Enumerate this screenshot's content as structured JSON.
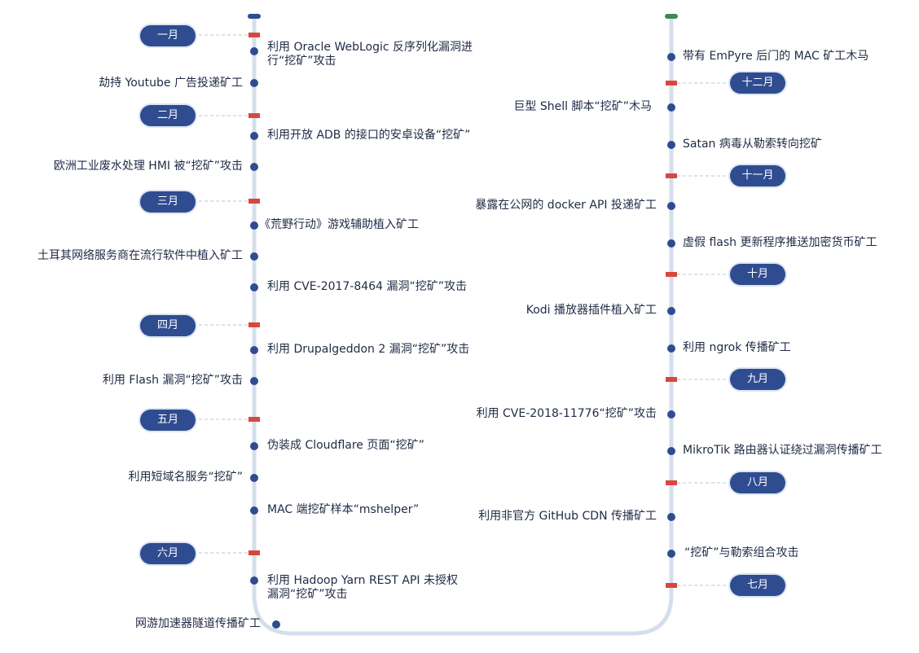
{
  "colors": {
    "track": "#d5dfec",
    "node": "#2f4c90",
    "tick": "#d8473e",
    "pill": "#2f4c90",
    "start_cap": "#2f4c90",
    "end_cap": "#3f8a52",
    "connector": "#bcc4cf"
  },
  "months": {
    "jan": "一月",
    "feb": "二月",
    "mar": "三月",
    "apr": "四月",
    "may": "五月",
    "jun": "六月",
    "jul": "七月",
    "aug": "八月",
    "sep": "九月",
    "oct": "十月",
    "nov": "十一月",
    "dec": "十二月"
  },
  "events": {
    "e01": "利用 Oracle WebLogic 反序列化漏洞进\n行“挖矿”攻击",
    "e02": "劫持 Youtube 广告投递矿工",
    "e03": "利用开放 ADB 的接口的安卓设备“挖矿”",
    "e04": "欧洲工业废水处理 HMI 被“挖矿”攻击",
    "e05": "《荒野行动》游戏辅助植入矿工",
    "e06": "土耳其网络服务商在流行软件中植入矿工",
    "e07": "利用 CVE-2017-8464 漏洞“挖矿”攻击",
    "e08": "利用 Drupalgeddon 2 漏洞“挖矿”攻击",
    "e09": "利用 Flash 漏洞“挖矿”攻击",
    "e10": "伪装成 Cloudflare 页面“挖矿”",
    "e11": "利用短域名服务“挖矿”",
    "e12": "MAC 端挖矿样本“mshelper”",
    "e13": "利用 Hadoop Yarn REST API 未授权\n漏洞“挖矿”攻击",
    "e14": "网游加速器隧道传播矿工",
    "e15": "“挖矿”与勒索组合攻击",
    "e16": "利用非官方 GitHub CDN 传播矿工",
    "e17": "MikroTik 路由器认证绕过漏洞传播矿工",
    "e18": "利用 CVE-2018-11776“挖矿”攻击",
    "e19": "利用 ngrok 传播矿工",
    "e20": "Kodi 播放器插件植入矿工",
    "e21": "虚假 flash 更新程序推送加密货币矿工",
    "e22": "暴露在公网的 docker API 投递矿工",
    "e23": "Satan 病毒从勒索转向挖矿",
    "e24": "巨型 Shell 脚本“挖矿”木马",
    "e25": "带有 EmPyre 后门的 MAC 矿工木马"
  }
}
